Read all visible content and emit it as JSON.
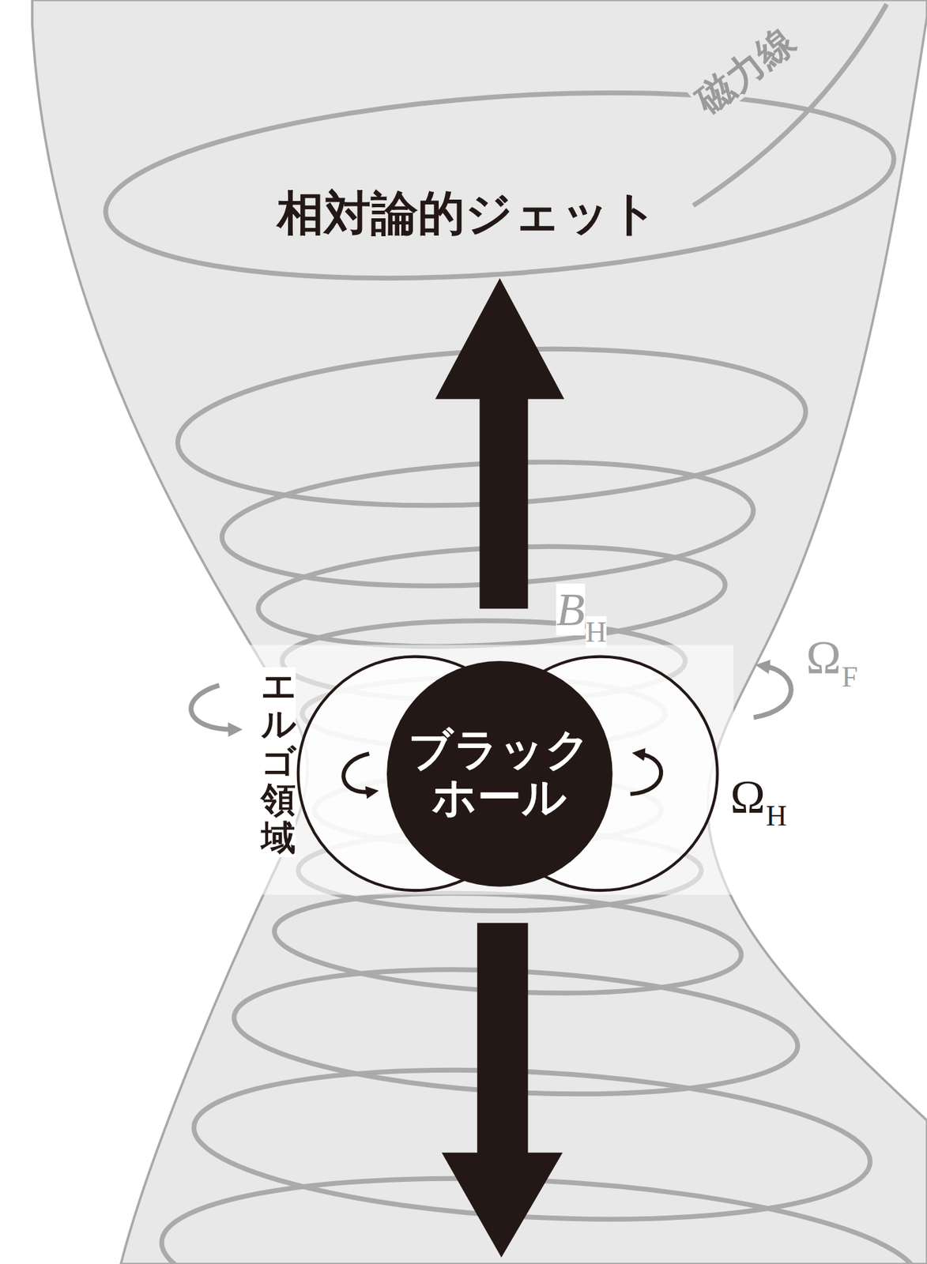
{
  "diagram": {
    "nodes": [
      {
        "text": [
          "相対論的ジェット"
        ]
      },
      {
        "text": [
          "エルゴ領域"
        ],
        "in": 0
      },
      {
        "text": [
          "ブラック ホール"
        ],
        "in": 1
      }
    ],
    "labels": [
      "磁力線",
      "B",
      "H",
      "Ω",
      "F",
      "Ω",
      "H"
    ]
  }
}
